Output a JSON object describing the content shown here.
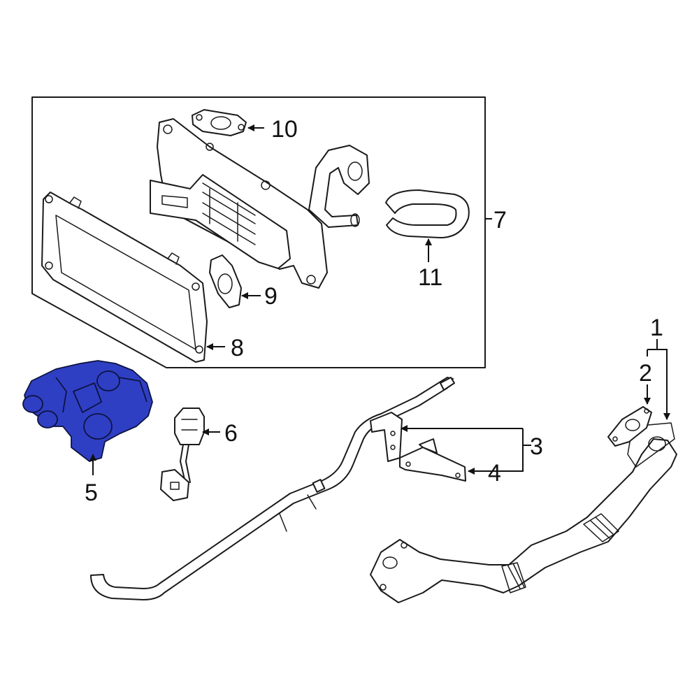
{
  "diagram": {
    "highlight_color": "#2f3fc4",
    "line_color": "#1a1a1a",
    "callouts": [
      {
        "id": "1",
        "label": "1"
      },
      {
        "id": "2",
        "label": "2"
      },
      {
        "id": "3",
        "label": "3"
      },
      {
        "id": "4",
        "label": "4"
      },
      {
        "id": "5",
        "label": "5"
      },
      {
        "id": "6",
        "label": "6"
      },
      {
        "id": "7",
        "label": "7"
      },
      {
        "id": "8",
        "label": "8"
      },
      {
        "id": "9",
        "label": "9"
      },
      {
        "id": "10",
        "label": "10"
      },
      {
        "id": "11",
        "label": "11"
      }
    ]
  }
}
